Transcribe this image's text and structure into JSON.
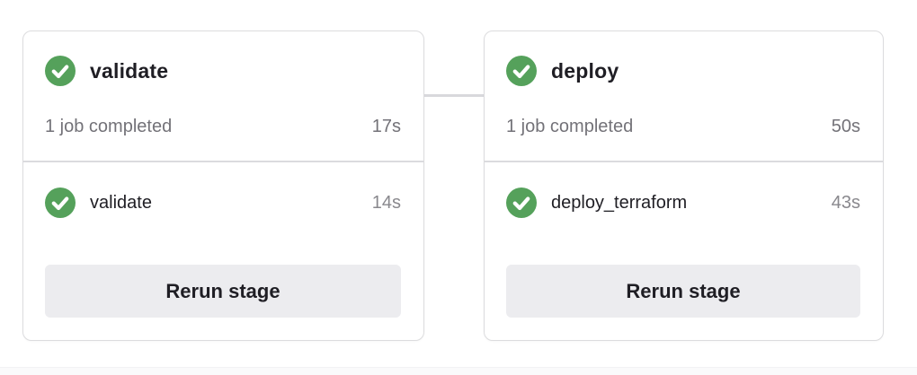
{
  "colors": {
    "success": "#55a15b",
    "card_border": "#dcdcde",
    "divider": "#dbdbde",
    "connector": "#d8d8dc",
    "text_primary": "#1f1e24",
    "text_secondary": "#737278",
    "text_tertiary": "#89888d",
    "button_bg": "#ececef",
    "button_text": "#1f1e24",
    "footer_strip": "#fafafb"
  },
  "icons": {
    "stage_status": "check-circle-icon",
    "job_status": "check-circle-icon"
  },
  "stages": [
    {
      "name": "validate",
      "status": "success",
      "summary": "1 job completed",
      "duration": "17s",
      "jobs": [
        {
          "name": "validate",
          "status": "success",
          "duration": "14s"
        }
      ],
      "action_label": "Rerun stage"
    },
    {
      "name": "deploy",
      "status": "success",
      "summary": "1 job completed",
      "duration": "50s",
      "jobs": [
        {
          "name": "deploy_terraform",
          "status": "success",
          "duration": "43s"
        }
      ],
      "action_label": "Rerun stage"
    }
  ]
}
